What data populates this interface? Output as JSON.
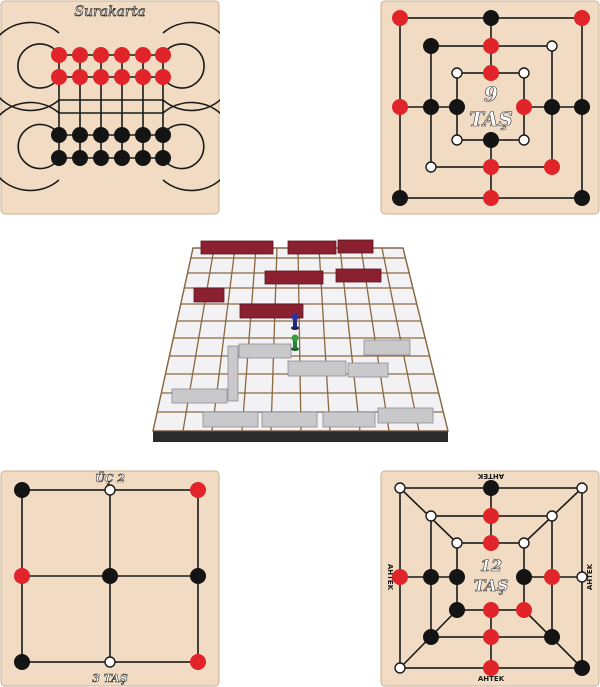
{
  "boards": {
    "surakarta": {
      "title": "Surakarta"
    },
    "nine_tas": {
      "line1": "9",
      "line2": "TAŞ"
    },
    "uc_tas": {
      "top_label": "ÜÇ 2",
      "bottom_label": "3 TAŞ"
    },
    "twelve_tas": {
      "line1": "12",
      "line2": "TAŞ",
      "brand": "AHTEK"
    },
    "maze": {
      "description_icon": "3d-maze-board"
    }
  },
  "colors": {
    "wood": "#f1dcc3",
    "red": "#e0242a",
    "black": "#141414",
    "wall": "#8b2130"
  }
}
